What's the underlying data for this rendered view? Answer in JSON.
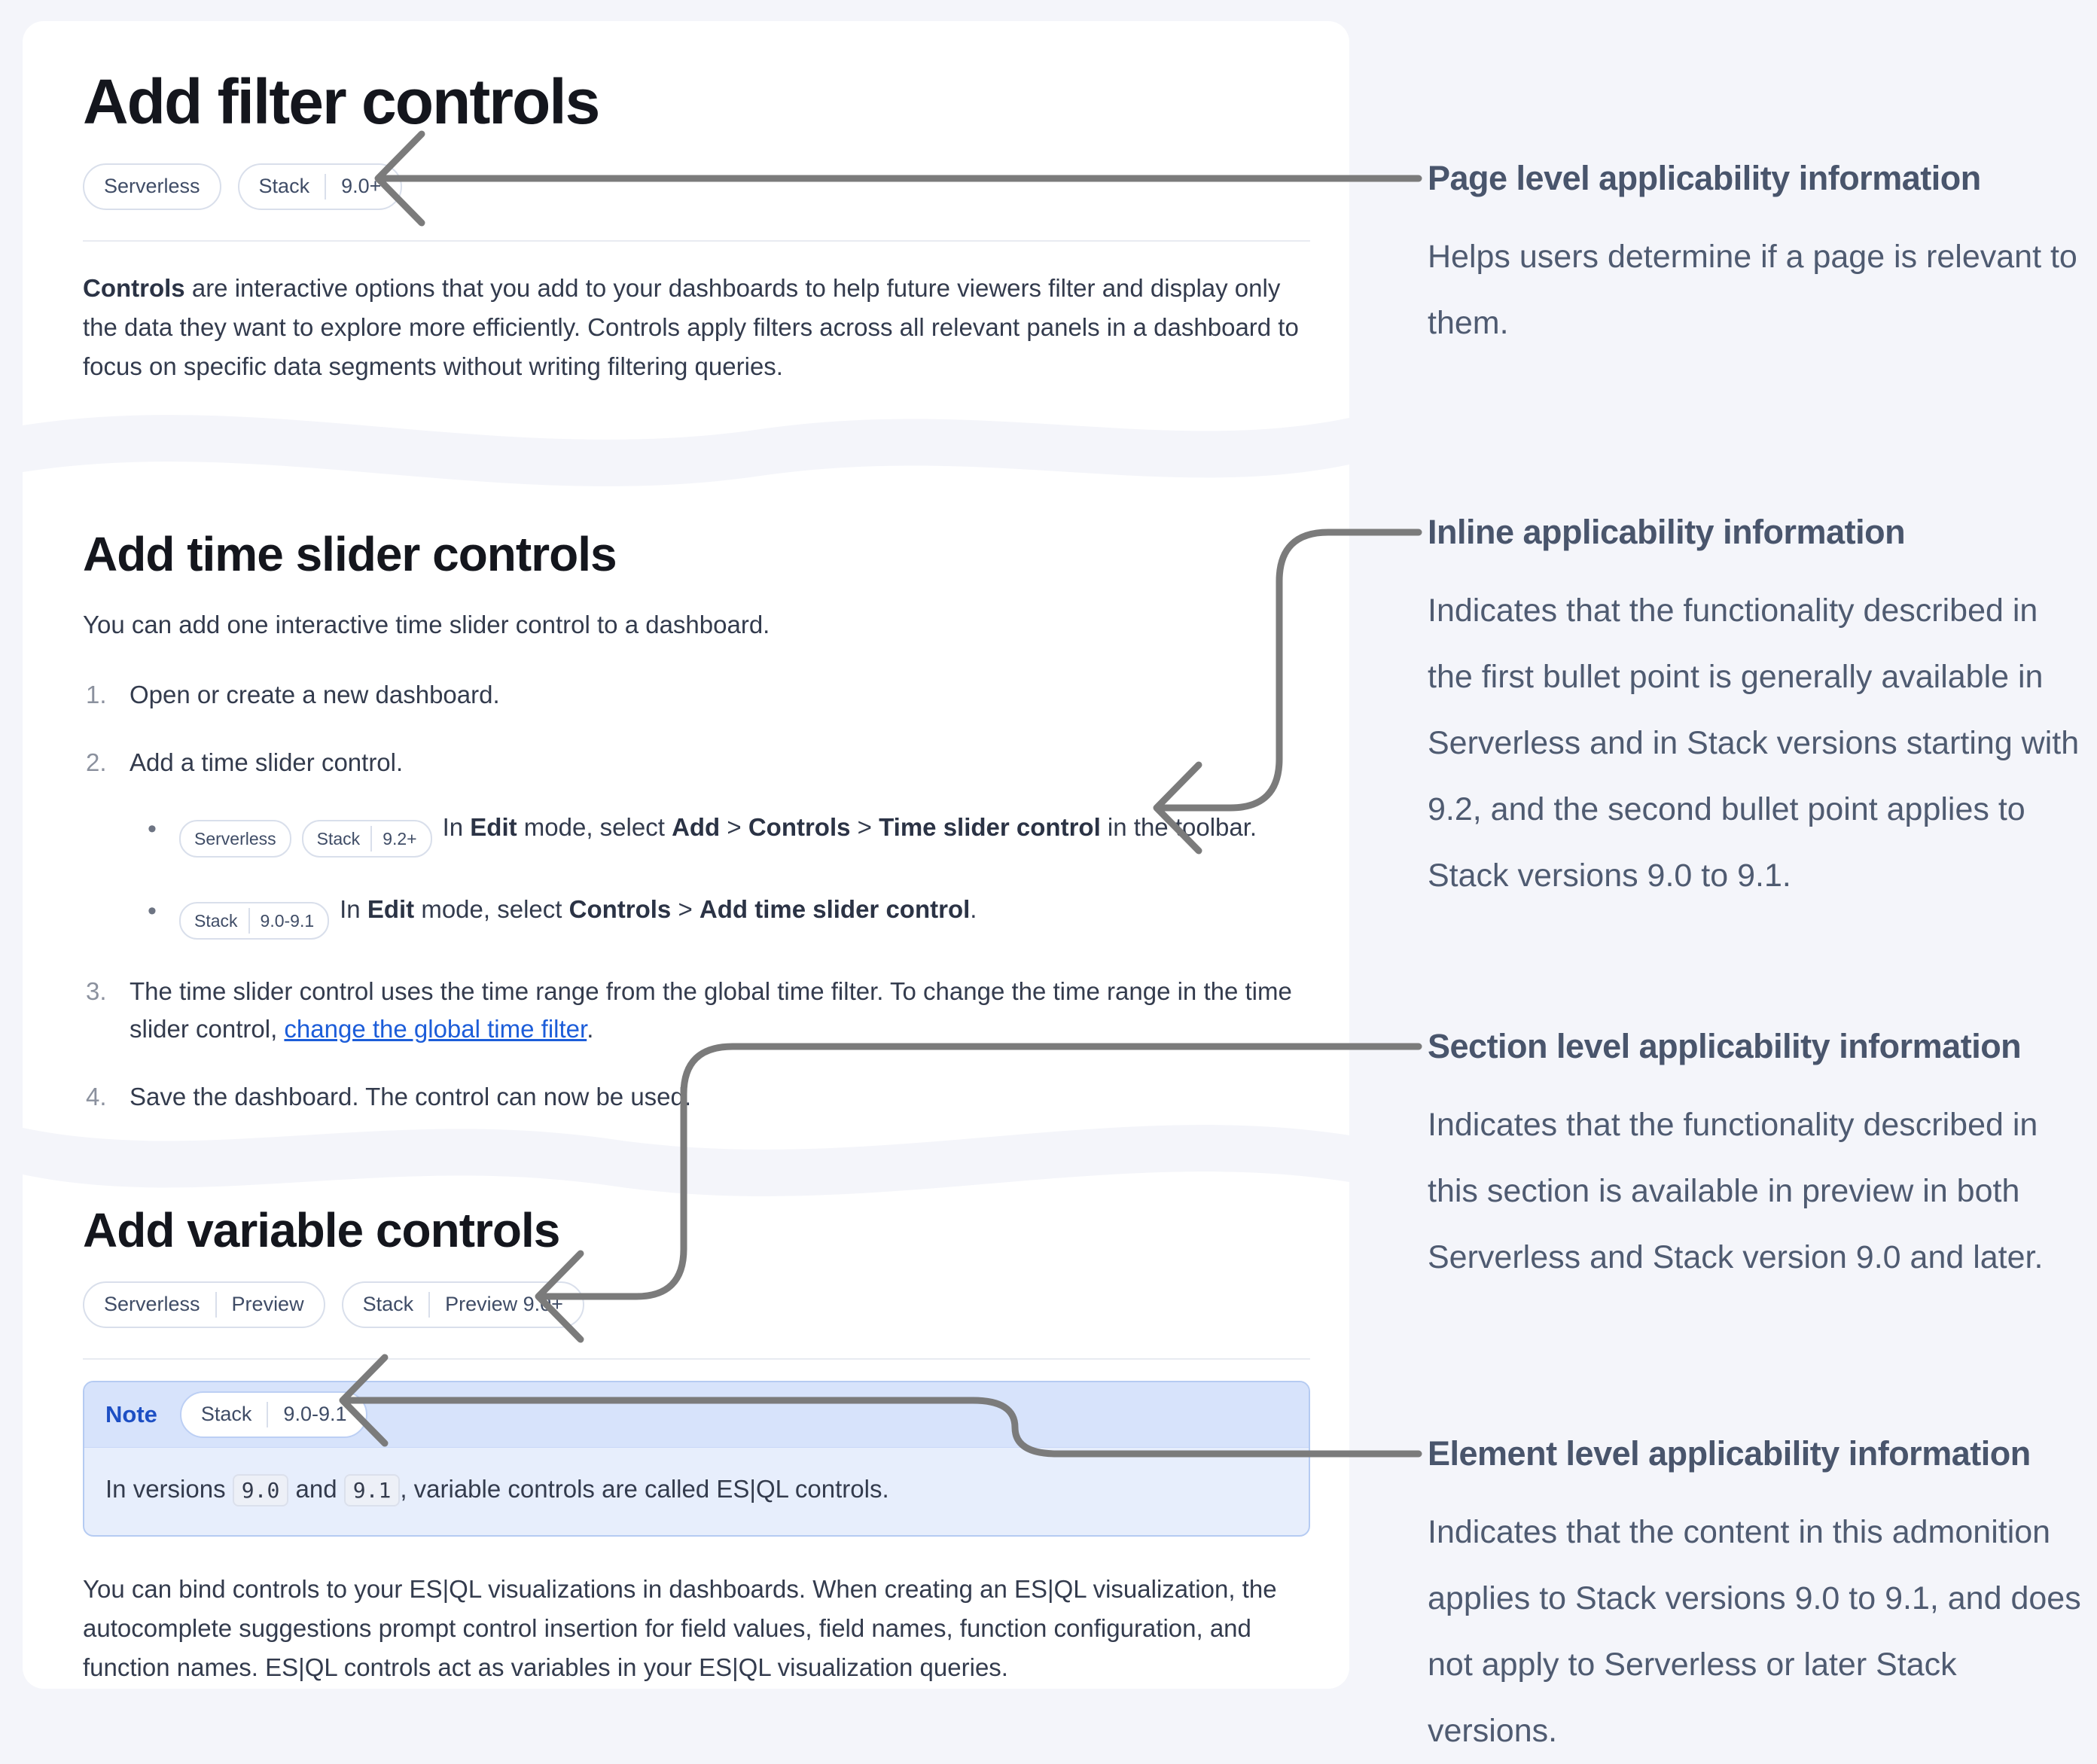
{
  "colors": {
    "page_background": "#f4f5fa",
    "card_background": "#ffffff",
    "heading_text": "#14161d",
    "body_text": "#333b4d",
    "annotation_text": "#4f5b71",
    "arrow_gray": "#7b7b7b",
    "badge_border": "#d9dfeb",
    "link_blue": "#1c5dd9",
    "note_header_bg": "#d7e3fb",
    "note_body_bg": "#e7eefc",
    "note_border": "#b5cbf2",
    "note_label_blue": "#1d4fc4"
  },
  "card1": {
    "title": "Add filter controls",
    "badges": [
      [
        "Serverless"
      ],
      [
        "Stack",
        "9.0+"
      ]
    ],
    "intro": [
      {
        "t": "Controls",
        "b": 1
      },
      {
        "t": " are interactive options that you add to your dashboards to help future viewers filter and display only the data they want to explore more efficiently. Controls apply filters across all relevant panels in a dashboard to focus on specific data segments without writing filtering queries."
      }
    ]
  },
  "card2": {
    "title": "Add time slider controls",
    "intro": "You can add one interactive time slider control to a dashboard.",
    "steps": [
      {
        "text": [
          {
            "t": "Open or create a new dashboard."
          }
        ]
      },
      {
        "text": [
          {
            "t": "Add a time slider control."
          }
        ]
      },
      {
        "text": [
          {
            "t": "The time slider control uses the time range from the global time filter. To change the time range in the time slider control, "
          },
          {
            "t": "change the global time filter",
            "a": 1
          },
          {
            "t": "."
          }
        ]
      },
      {
        "text": [
          {
            "t": "Save the dashboard. The control can now be used."
          }
        ]
      }
    ],
    "substeps": [
      {
        "badges": [
          [
            "Serverless"
          ],
          [
            "Stack",
            "9.2+"
          ]
        ],
        "text": [
          {
            "t": "In "
          },
          {
            "t": "Edit",
            "b": 1
          },
          {
            "t": " mode, select "
          },
          {
            "t": "Add",
            "b": 1
          },
          {
            "t": " > "
          },
          {
            "t": "Controls",
            "b": 1
          },
          {
            "t": " > "
          },
          {
            "t": "Time slider control",
            "b": 1
          },
          {
            "t": " in the toolbar."
          }
        ]
      },
      {
        "badges": [
          [
            "Stack",
            "9.0-9.1"
          ]
        ],
        "text": [
          {
            "t": "In "
          },
          {
            "t": "Edit",
            "b": 1
          },
          {
            "t": " mode, select "
          },
          {
            "t": "Controls",
            "b": 1
          },
          {
            "t": " > "
          },
          {
            "t": "Add time slider control",
            "b": 1
          },
          {
            "t": "."
          }
        ]
      }
    ]
  },
  "card3": {
    "title": "Add variable controls",
    "badges": [
      [
        "Serverless",
        "Preview"
      ],
      [
        "Stack",
        "Preview 9.0+"
      ]
    ],
    "note": {
      "label": "Note",
      "badges": [
        [
          "Stack",
          "9.0-9.1"
        ]
      ],
      "body": [
        {
          "t": "In versions "
        },
        {
          "t": "9.0",
          "c": 1
        },
        {
          "t": " and "
        },
        {
          "t": "9.1",
          "c": 1
        },
        {
          "t": ", variable controls are called ES|QL controls."
        }
      ]
    },
    "outro": [
      {
        "t": "You can bind controls to your ES|QL visualizations in dashboards. When creating an ES|QL visualization, the autocomplete suggestions prompt control insertion for field values, field names, function configuration, and function names. ES|QL controls act as variables in your ES|QL visualization queries."
      }
    ]
  },
  "annotations": [
    {
      "title": "Page level applicability information",
      "body": "Helps users determine if a page is relevant to them."
    },
    {
      "title": "Inline applicability information",
      "body": "Indicates that the functionality described in the first bullet point is generally available in Serverless and in Stack versions starting with 9.2, and the second bullet point applies to Stack versions 9.0 to 9.1."
    },
    {
      "title": "Section level applicability information",
      "body": "Indicates that the functionality described in this section is available in preview in both Serverless and Stack version 9.0 and later."
    },
    {
      "title": "Element level applicability information",
      "body": "Indicates that the content in this admonition applies to Stack versions 9.0 to 9.1, and does not apply to Serverless or later Stack versions."
    }
  ]
}
